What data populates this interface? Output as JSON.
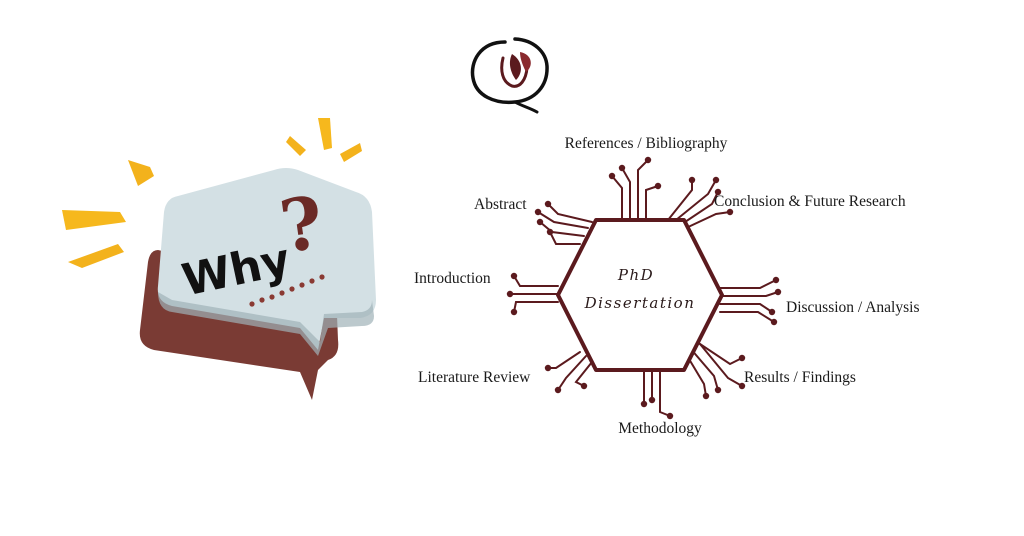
{
  "colors": {
    "maroon": "#5b1a1e",
    "bubble_front": "#d3e0e4",
    "bubble_back": "#7a3b34",
    "spark": "#f3b21c",
    "dots": "#8a3a33"
  },
  "logo": {
    "icon": "logo-u-leaf-icon"
  },
  "bubble": {
    "word": "Why",
    "mark": "?"
  },
  "center": {
    "line1": "PhD",
    "line2": "Dissertation"
  },
  "sections": {
    "references": "References / Bibliography",
    "conclusion": "Conclusion & Future Research",
    "abstract": "Abstract",
    "introduction": "Introduction",
    "discussion": "Discussion / Analysis",
    "literature": "Literature Review",
    "results": "Results / Findings",
    "methodology": "Methodology"
  }
}
